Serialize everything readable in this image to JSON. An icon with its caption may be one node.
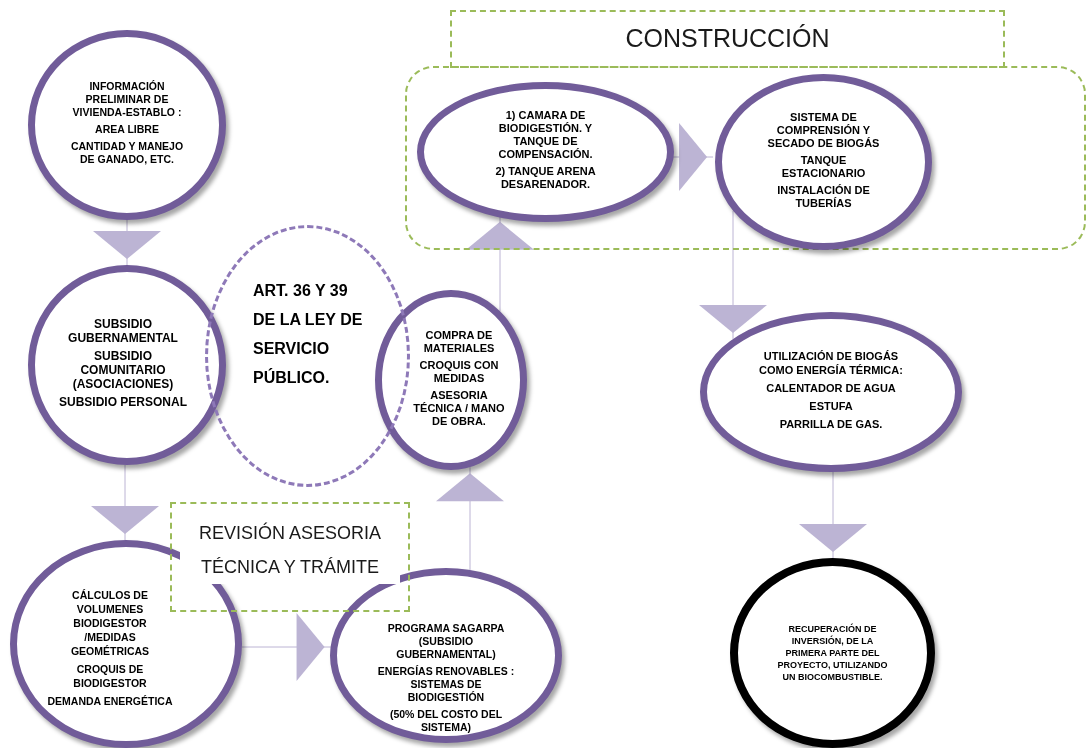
{
  "diagram": {
    "nodes": [
      {
        "text": [
          "INFORMACIÓN PRELIMINAR DE VIVIENDA-ESTABLO :",
          "AREA LIBRE",
          "CANTIDAD Y MANEJO DE GANADO, ETC."
        ]
      },
      {
        "text": [
          "SUBSIDIO GUBERNAMENTAL",
          "SUBSIDIO COMUNITARIO (ASOCIACIONES)",
          "SUBSIDIO PERSONAL"
        ]
      },
      {
        "text": [
          "ART. 36 Y 39 DE LA LEY DE SERVICIO PÚBLICO."
        ]
      },
      {
        "text": [
          "COMPRA DE MATERIALES",
          "CROQUIS CON MEDIDAS",
          "ASESORIA TÉCNICA / MANO DE OBRA."
        ]
      },
      {
        "text": [
          "CÁLCULOS DE VOLUMENES BIODIGESTOR /MEDIDAS GEOMÉTRICAS",
          "CROQUIS DE BIODIGESTOR",
          "DEMANDA ENERGÉTICA"
        ]
      },
      {
        "text": [
          "PROGRAMA SAGARPA (SUBSIDIO GUBERNAMENTAL)",
          "ENERGÍAS RENOVABLES : SISTEMAS DE BIODIGESTIÓN",
          "(50% DEL COSTO DEL SISTEMA)"
        ]
      },
      {
        "text": [
          "CONSTRUCCIÓN"
        ]
      },
      {
        "text": [],
        "shape": "box"
      },
      {
        "text": [
          "1) CAMARA DE BIODIGESTIÓN. Y TANQUE DE COMPENSACIÓN.",
          "2) TANQUE ARENA DESARENADOR."
        ],
        "in": 7
      },
      {
        "text": [
          "SISTEMA DE COMPRENSIÓN Y SECADO DE BIOGÁS",
          "TANQUE ESTACIONARIO",
          "INSTALACIÓN DE TUBERÍAS"
        ],
        "in": 7
      },
      {
        "text": [
          "UTILIZACIÓN DE BIOGÁS COMO ENERGÍA TÉRMICA:",
          "CALENTADOR DE AGUA",
          "ESTUFA",
          "PARRILLA DE GAS."
        ]
      },
      {
        "text": [
          "RECUPERACIÓN DE INVERSIÓN, DE LA PRIMERA PARTE DEL PROYECTO, UTILIZANDO UN BIOCOMBUSTIBLE."
        ]
      },
      {
        "text": [
          "REVISIÓN ASESORIA TÉCNICA Y TRÁMITE"
        ]
      }
    ],
    "edges": [
      {
        "from": 0,
        "to": 1,
        "arrow": "to"
      },
      {
        "from": 1,
        "to": 4,
        "arrow": "to"
      },
      {
        "from": 4,
        "to": 5,
        "arrow": "to"
      },
      {
        "from": 5,
        "to": 3,
        "arrow": "to"
      },
      {
        "from": 3,
        "to": 8,
        "arrow": "to"
      },
      {
        "from": 8,
        "to": 9,
        "arrow": "to"
      },
      {
        "from": 9,
        "to": 10,
        "arrow": "to"
      },
      {
        "from": 10,
        "to": 11,
        "arrow": "to"
      }
    ]
  }
}
